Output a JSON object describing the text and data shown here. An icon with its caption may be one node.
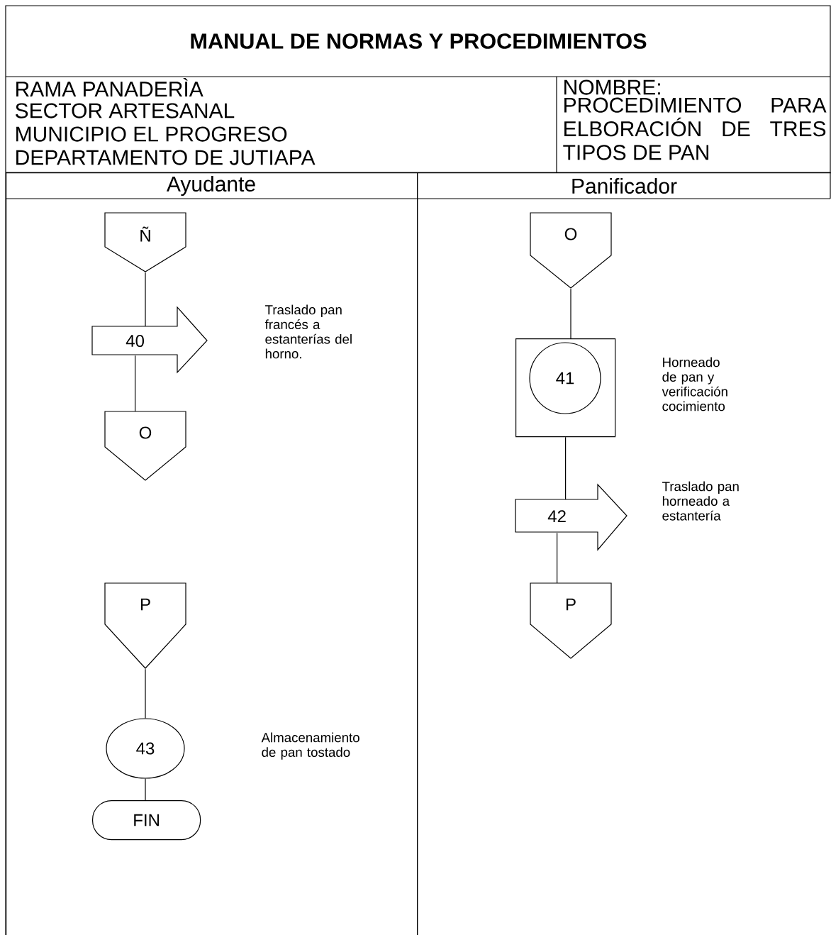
{
  "diagram": {
    "title": "MANUAL DE NORMAS Y PROCEDIMIENTOS",
    "nodes": [
      {
        "text": [
          "Ayudante"
        ]
      },
      {
        "text": [
          "Ñ"
        ],
        "in": 0
      },
      {
        "text": [
          "40"
        ],
        "in": 0
      },
      {
        "text": [
          "O"
        ],
        "in": 0
      },
      {
        "text": [
          "P"
        ],
        "in": 0
      },
      {
        "text": [
          "43"
        ],
        "in": 0
      },
      {
        "text": [
          "FIN"
        ],
        "in": 0
      },
      {
        "text": [
          "Panificador"
        ]
      },
      {
        "text": [
          "O"
        ],
        "in": 7
      },
      {
        "text": [
          "41"
        ],
        "in": 7
      },
      {
        "text": [
          "42"
        ],
        "in": 7
      },
      {
        "text": [
          "P"
        ],
        "in": 7
      }
    ],
    "edges": [
      {
        "from": 1,
        "to": 2,
        "arrow": "none"
      },
      {
        "from": 2,
        "to": 3,
        "arrow": "none"
      },
      {
        "from": 4,
        "to": 5,
        "arrow": "none"
      },
      {
        "from": 5,
        "to": 6,
        "arrow": "none"
      },
      {
        "from": 8,
        "to": 9,
        "arrow": "none"
      },
      {
        "from": 9,
        "to": 10,
        "arrow": "none"
      },
      {
        "from": 10,
        "to": 11,
        "arrow": "none"
      }
    ],
    "labels": [
      "RAMA PANADERÌA",
      "SECTOR ARTESANAL",
      "MUNICIPIO EL PROGRESO",
      "DEPARTAMENTO DE JUTIAPA",
      "NOMBRE:",
      "PROCEDIMIENTO PARA ELBORACIÓN DE TRES TIPOS DE PAN",
      "Traslado pan francés a estanterías del horno.",
      "Horneado de pan y verificación cocimiento",
      "Traslado pan horneado a estantería",
      "Almacenamiento de pan tostado"
    ]
  }
}
